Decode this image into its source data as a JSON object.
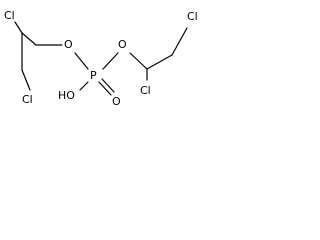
{
  "molecule": {
    "atoms": {
      "cl_top_left": "Cl",
      "cl_left_lower": "Cl",
      "o_left_ether": "O",
      "p_center": "P",
      "o_right_ether": "O",
      "oh_hydroxyl": "HO",
      "o_double": "O",
      "cl_top_right": "Cl",
      "cl_right_lower": "Cl"
    }
  }
}
